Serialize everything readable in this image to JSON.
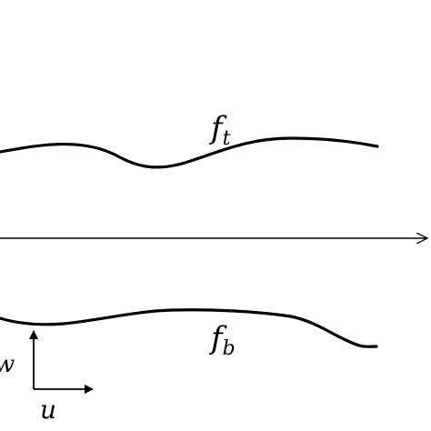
{
  "labels": {
    "top_surface": {
      "main": "f",
      "sub": "t"
    },
    "bottom_surface": {
      "main": "f",
      "sub": "b"
    },
    "axis_u": "u",
    "axis_w": "w"
  },
  "colors": {
    "stroke": "#000000",
    "background": "#ffffff"
  }
}
